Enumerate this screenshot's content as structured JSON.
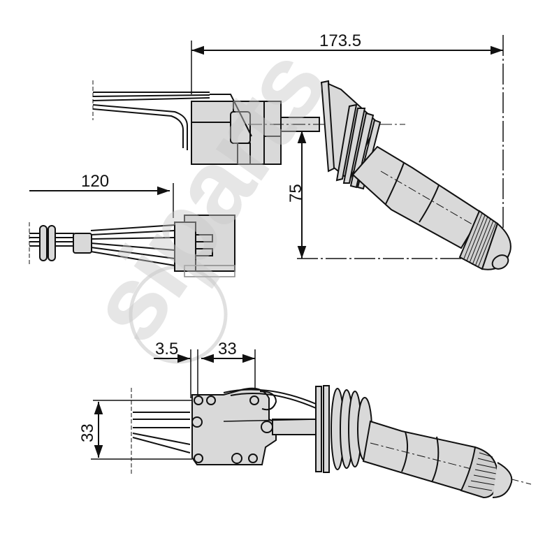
{
  "drawing": {
    "subject": "steering column switch (lever) technical drawing",
    "views": [
      "top view",
      "connector view",
      "side view"
    ],
    "colors": {
      "line": "#111111",
      "fill": "#d9d9d9",
      "watermark": "#c8c8c8",
      "background": "#ffffff"
    }
  },
  "dimensions": {
    "overall_length": "173.5",
    "cable_length": "120",
    "lever_offset": "75",
    "offset_small": "3.5",
    "body_width": "33",
    "body_height": "33"
  },
  "watermark": {
    "text": "siparts"
  }
}
